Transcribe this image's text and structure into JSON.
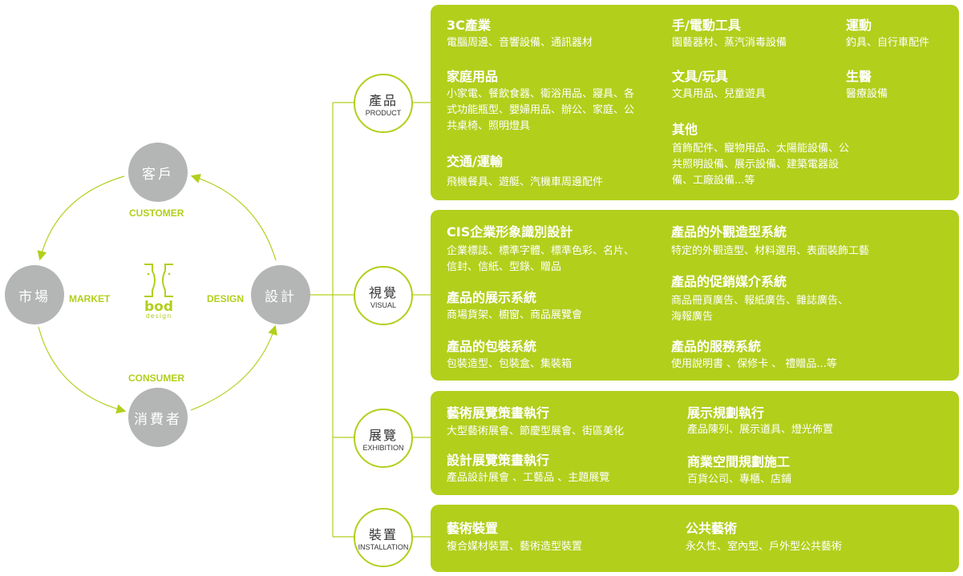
{
  "cycle": {
    "customer": {
      "zh": "客戶",
      "en": "CUSTOMER"
    },
    "market": {
      "zh": "市場",
      "en": "MARKET"
    },
    "design": {
      "zh": "設計",
      "en": "DESIGN"
    },
    "consumer": {
      "zh": "消費者",
      "en": "CONSUMER"
    },
    "logo": {
      "text": "bod",
      "sub": "design"
    }
  },
  "branches": [
    {
      "zh": "產品",
      "en": "PRODUCT"
    },
    {
      "zh": "視覺",
      "en": "VISUAL"
    },
    {
      "zh": "展覽",
      "en": "EXHIBITION"
    },
    {
      "zh": "裝置",
      "en": "INSTALLATION"
    }
  ],
  "product": [
    {
      "title": "3C產業",
      "desc": "電腦周邊、音響設備、通訊器材"
    },
    {
      "title": "家庭用品",
      "desc": "小家電、餐飲食器、衛浴用品、寢具、各式功能瓶型、嬰婦用品、辦公、家庭、公共桌椅、照明燈具"
    },
    {
      "title": "交通/運輸",
      "desc": "飛機餐具、遊艇、汽機車周邊配件"
    },
    {
      "title": "手/電動工具",
      "desc": "園藝器材、蒸汽消毒設備"
    },
    {
      "title": "文具/玩具",
      "desc": "文具用品、兒童遊具"
    },
    {
      "title": "其他",
      "desc": "首飾配件、寵物用品、太陽能設備、公共照明設備、展示設備、建築電器設備、工廠設備...等"
    },
    {
      "title": "運動",
      "desc": "釣具、自行車配件"
    },
    {
      "title": "生醫",
      "desc": "醫療設備"
    }
  ],
  "visual": [
    {
      "title": "CIS企業形象識別設計",
      "desc": "企業標誌、標準字體、標準色彩、名片、信封、信紙、型錄、贈品"
    },
    {
      "title": "產品的展示系統",
      "desc": "商場貨架、櫥窗、商品展覽會"
    },
    {
      "title": "產品的包裝系統",
      "desc": "包裝造型、包裝盒、集裝箱"
    },
    {
      "title": "產品的外觀造型系統",
      "desc": "特定的外觀造型、材料選用、表面裝飾工藝"
    },
    {
      "title": "產品的促銷媒介系統",
      "desc": "商品冊頁廣告、報紙廣告、雜誌廣告、海報廣告"
    },
    {
      "title": "產品的服務系統",
      "desc": "使用說明書 、保修卡 、 禮贈品...等"
    }
  ],
  "exhibition": [
    {
      "title": "藝術展覽策畫執行",
      "desc": "大型藝術展會、節慶型展會、街區美化"
    },
    {
      "title": "設計展覽策畫執行",
      "desc": "產品設計展會 、工藝品 、主題展覽"
    },
    {
      "title": "展示規劃執行",
      "desc": "產品陳列、展示道具、燈光佈置"
    },
    {
      "title": "商業空間規劃施工",
      "desc": "百貨公司、專櫃、店鋪"
    }
  ],
  "installation": [
    {
      "title": "藝術裝置",
      "desc": "複合媒材裝置、藝術造型裝置"
    },
    {
      "title": "公共藝術",
      "desc": "永久性、室內型、戶外型公共藝術"
    }
  ],
  "colors": {
    "accent": "#b2cf1c",
    "circle": "#b4b5b5"
  }
}
